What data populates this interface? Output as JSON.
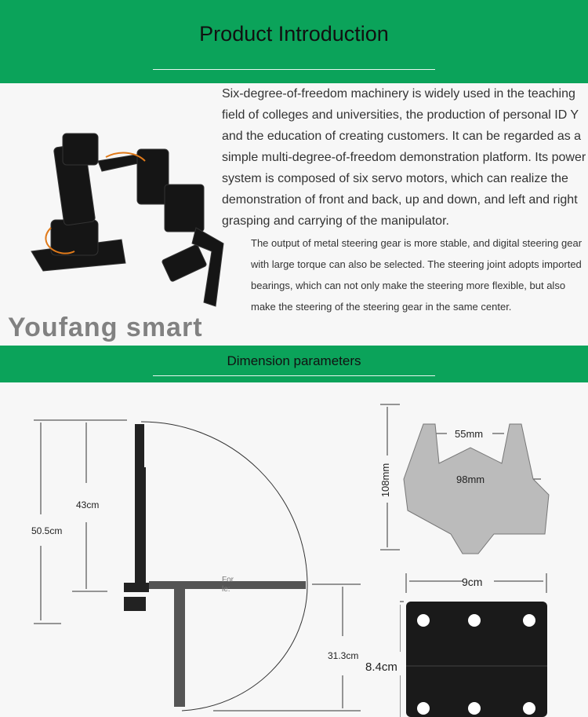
{
  "header": {
    "title": "Product Introduction"
  },
  "intro": {
    "paragraph": "Six-degree-of-freedom machinery is widely used in the teaching field of colleges and universities, the production of personal ID Y and the education of creating customers. It can be regarded as a simple multi-degree-of-freedom demonstration platform. Its power system is composed of six servo motors, which can realize the demonstration of front and back, up and down, and left and right grasping and carrying of the manipulator.",
    "detail": "The output of metal steering gear is more stable, and digital steering gear with large torque can also be selected. The steering joint adopts imported bearings, which can not only make the steering more flexible, but also make the steering of the steering gear in the same center.",
    "watermark": "Youfang smart"
  },
  "dimensions": {
    "title": "Dimension parameters",
    "arm_total_height": "50.5cm",
    "arm_upper_height": "43cm",
    "arm_lower_reach": "31.3cm",
    "arm_overlay_text": "For le:",
    "gripper_height": "108mm",
    "gripper_opening": "55mm",
    "gripper_width": "98mm",
    "plate_width": "9cm",
    "plate_height": "8.4cm"
  },
  "colors": {
    "accent": "#0ba35a"
  }
}
